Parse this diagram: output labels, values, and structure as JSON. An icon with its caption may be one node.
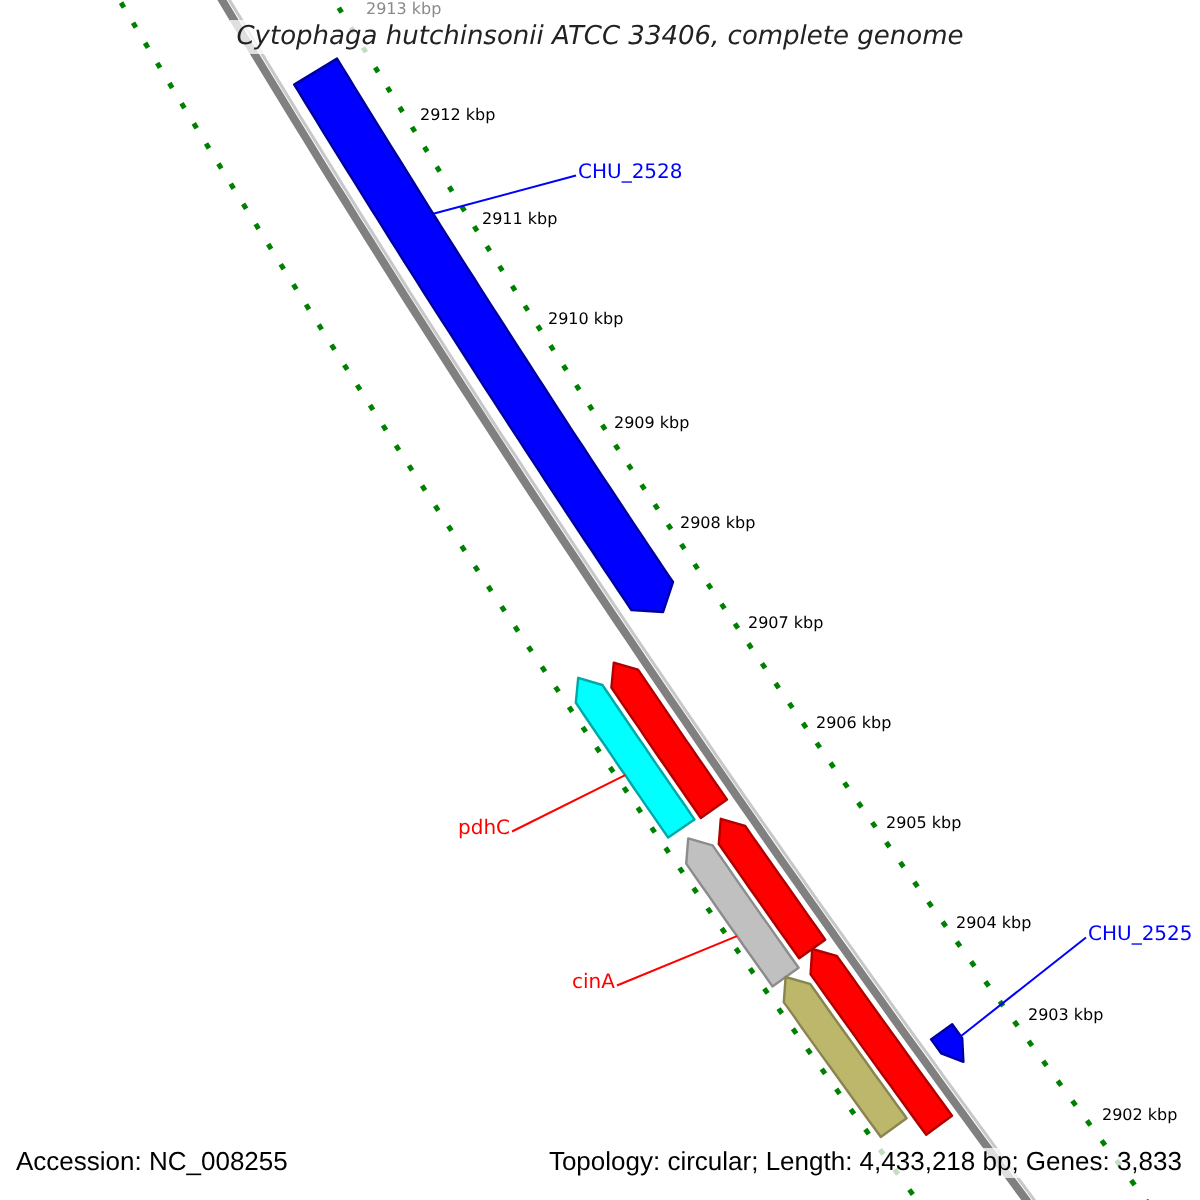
{
  "diagram": {
    "title": "Cytophaga hutchinsonii ATCC 33406, complete genome",
    "nodes": [
      {
        "text": [],
        "shape": "bar"
      },
      {
        "text": [
          "CHU_2528"
        ]
      },
      {
        "text": [],
        "shape": "bar"
      },
      {
        "text": [],
        "shape": "bar"
      },
      {
        "text": [
          "pdhC"
        ]
      },
      {
        "text": [],
        "shape": "bar"
      },
      {
        "text": [],
        "shape": "bar"
      },
      {
        "text": [
          "CHU_2525"
        ]
      },
      {
        "text": [],
        "shape": "bar"
      },
      {
        "text": [
          "cinA"
        ]
      },
      {
        "text": [],
        "shape": "bar"
      },
      {
        "text": [],
        "shape": "bar"
      }
    ],
    "edges": [
      {
        "from": 1,
        "to": 0,
        "arrow": "none",
        "color": "#0000ff"
      },
      {
        "from": 4,
        "to": 3,
        "arrow": "none",
        "color": "#ff0000"
      },
      {
        "from": 9,
        "to": 6,
        "arrow": "none",
        "color": "#ff0000"
      },
      {
        "from": 7,
        "to": 11,
        "arrow": "none",
        "color": "#0000ff"
      }
    ],
    "labels": [
      "2913 kbp",
      "2912 kbp",
      "2911 kbp",
      "2910 kbp",
      "2909 kbp",
      "2908 kbp",
      "2907 kbp",
      "2906 kbp",
      "2905 kbp",
      "2904 kbp",
      "2903 kbp",
      "2902 kbp",
      "Accession: NC_008255",
      "Topology: circular; Length: 4,433,218 bp; Genes: 3,833"
    ]
  }
}
